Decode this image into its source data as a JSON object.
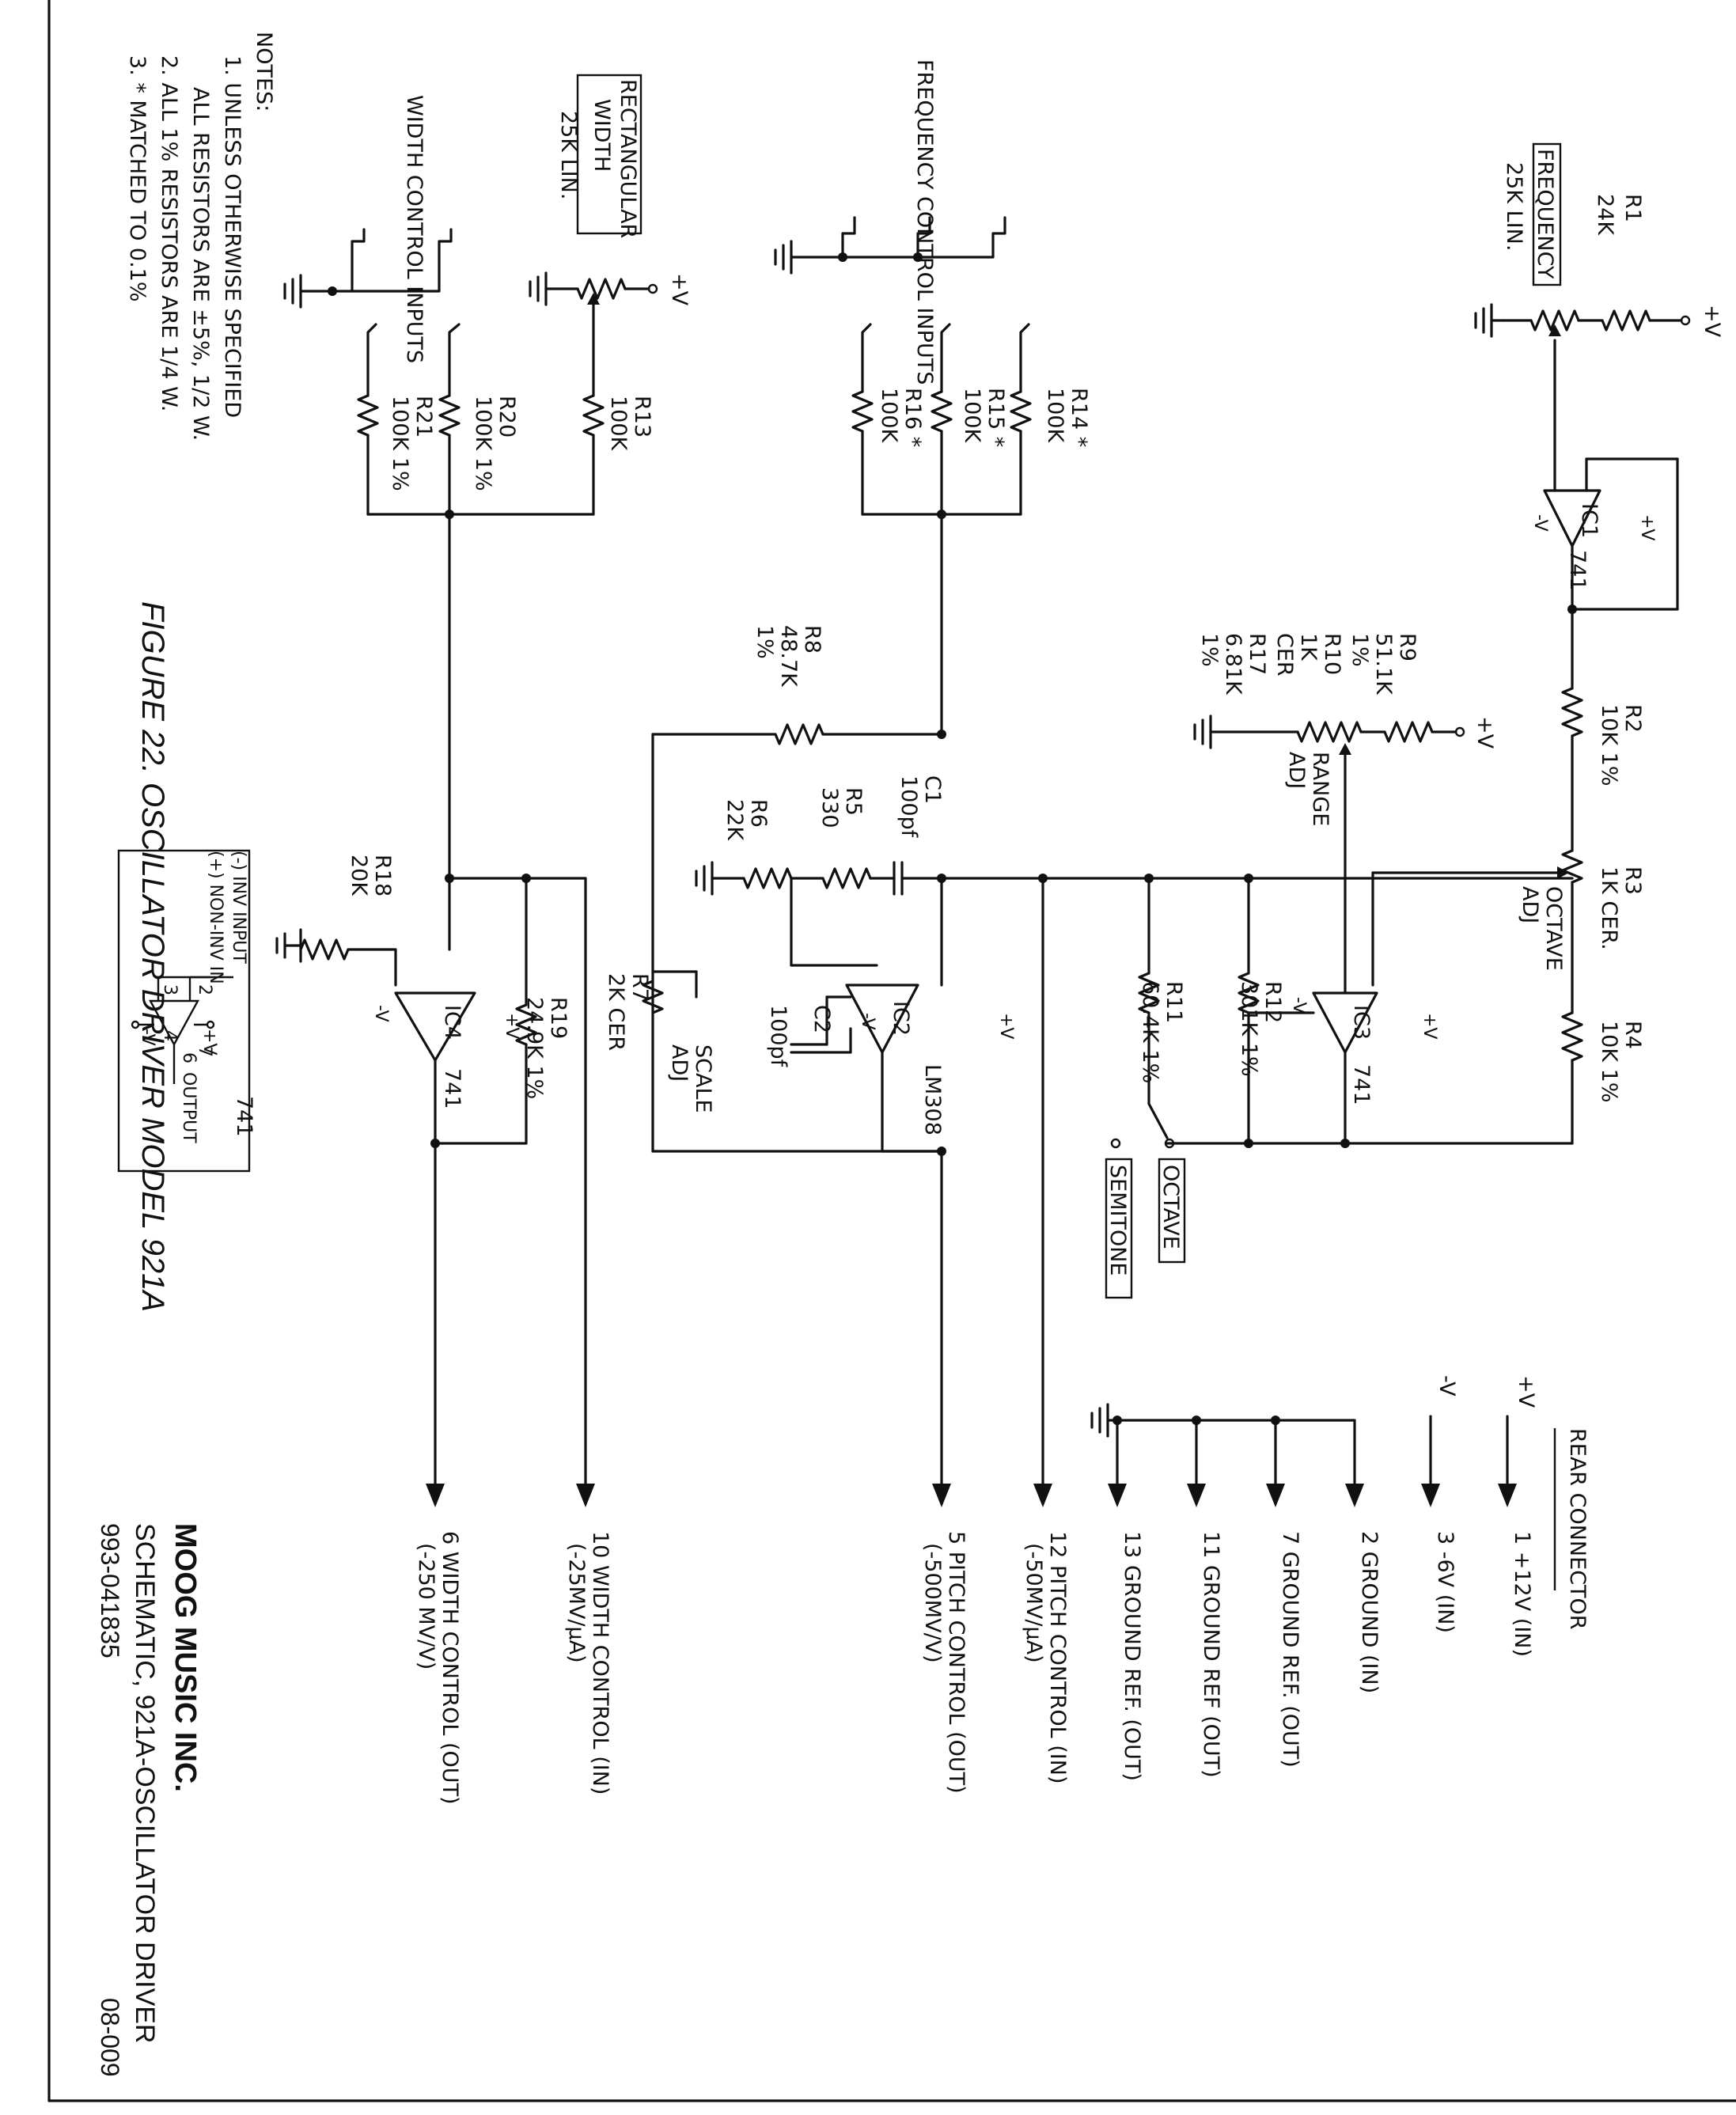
{
  "figure_caption": "FIGURE 22.  OSCILLATOR DRIVER MODEL 921A",
  "notes": {
    "title": "NOTES:",
    "items": [
      "1.  UNLESS OTHERWISE SPECIFIED",
      "ALL RESISTORS ARE ±5%, 1/2 W.",
      "2.  ALL 1% RESISTORS ARE 1/4 W.",
      "3.  * MATCHED TO 0.1%"
    ]
  },
  "title_block": {
    "company": "MOOG MUSIC INC.",
    "description": "SCHEMATIC, 921A-OSCILLATOR DRIVER",
    "part_number": "993-041835",
    "revision": "08-009"
  },
  "rear_connector": {
    "title": "REAR  CONNECTOR",
    "pins": [
      {
        "text": "1  +12V (IN)",
        "prefix": "+V"
      },
      {
        "text": "3  -6V (IN)",
        "prefix": "-V"
      },
      {
        "text": "2  GROUND (IN)",
        "prefix": ""
      },
      {
        "text": "7  GROUND REF. (OUT)",
        "prefix": ""
      },
      {
        "text": "11  GROUND REF (OUT)",
        "prefix": ""
      },
      {
        "text": "13  GROUND REF. (OUT)",
        "prefix": ""
      }
    ]
  },
  "outputs": [
    {
      "pin": "12  PITCH  CONTROL (IN)",
      "scale": "(-50MV/μA)"
    },
    {
      "pin": "5  PITCH  CONTROL (OUT)",
      "scale": "(-500MV/V)"
    },
    {
      "pin": "10  WIDTH  CONTROL (IN)",
      "scale": "(-25MV/μA)"
    },
    {
      "pin": "6  WIDTH  CONTROL (OUT)",
      "scale": "(-250 MV/V)"
    }
  ],
  "inputs": {
    "frequency_control": "FREQUENCY CONTROL INPUTS",
    "width_control": "WIDTH CONTROL INPUTS",
    "rectangular_width": [
      "RECTANGULAR",
      "WIDTH"
    ],
    "rectangular_width_value": "25K LIN.",
    "frequency_pot": "FREQUENCY",
    "frequency_pot_value": "25K LIN."
  },
  "components": {
    "R1": [
      "R1",
      "24K"
    ],
    "R2": [
      "R2",
      "10K 1%"
    ],
    "R3": [
      "R3",
      "1K CER."
    ],
    "R3_adj": [
      "OCTAVE",
      "ADJ"
    ],
    "R4": [
      "R4",
      "10K 1%"
    ],
    "R5": [
      "R5",
      "330"
    ],
    "R6": [
      "R6",
      "22K"
    ],
    "R7": [
      "R7",
      "2K CER"
    ],
    "R7_adj": [
      "SCALE",
      "ADJ"
    ],
    "R8": [
      "R8",
      "48.7K",
      "1%"
    ],
    "R9_group": [
      "R9",
      "51.1K",
      "1%",
      "R10",
      "1K",
      "CER",
      "R17",
      "6.81K",
      "1%"
    ],
    "R9_adj": [
      "RANGE",
      "ADJ"
    ],
    "R11": [
      "R11",
      "60.4K 1%"
    ],
    "R12": [
      "R12",
      "301K 1%"
    ],
    "R13": [
      "R13",
      "100K"
    ],
    "R14": [
      "R14 *",
      "100K"
    ],
    "R15": [
      "R15 *",
      "100K"
    ],
    "R16": [
      "R16 *",
      "100K"
    ],
    "R18": [
      "R18",
      "20K"
    ],
    "R19": [
      "R19",
      "24.9K 1%"
    ],
    "R20": [
      "R20",
      "100K 1%"
    ],
    "R21": [
      "R21",
      "100K 1%"
    ],
    "C1": [
      "C1",
      "100pf"
    ],
    "C2": [
      "C2",
      "100pf"
    ],
    "IC1": "IC1",
    "IC2": "IC2",
    "IC3": "IC3",
    "IC4": "IC4",
    "ic_type": "741",
    "ic2_type": "LM308",
    "switch_octave": "OCTAVE",
    "switch_semitone": "SEMITONE",
    "plus_v": "+V",
    "minus_v": "-V"
  },
  "legend_741": {
    "type": "741",
    "inv": "(-) INV INPUT",
    "noninv": "(+) NON-INV IN",
    "output": "OUTPUT",
    "pin2": "2",
    "pin3": "3",
    "pin4": "4",
    "pin6": "6",
    "pin7": "7",
    "plus_v": "+V",
    "minus_v": "-V"
  }
}
